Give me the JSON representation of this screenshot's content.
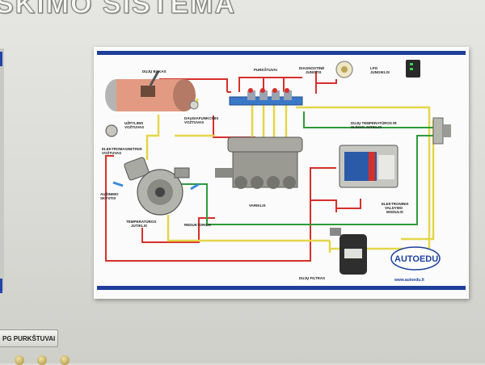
{
  "header": {
    "title": "ŠKIMO SISTEMA"
  },
  "plate": {
    "label": "PG PURKŠTUVAI"
  },
  "diagram": {
    "labels": {
      "fuel_tank": "DUJŲ BAKAS",
      "injectors": "PURKŠTUVAI",
      "diagnostic_socket_1": "DIAGNOSTINĖ",
      "diagnostic_socket_2": "JUNGTIS",
      "lpg_switch_1": "LPG",
      "lpg_switch_2": "JUNGIKLIS",
      "filling_valve_1": "UŽPYLIMO",
      "filling_valve_2": "VOŽTUVAS",
      "multivalve_1": "DAUGIAFUNKCINIS",
      "multivalve_2": "VOŽTUVAS",
      "solenoid_valve_1": "ELEKTROMAGNETINIS",
      "solenoid_valve_2": "VOŽTUVAS",
      "temp_pressure_sensor_1": "DUJŲ TEMPERATŪROS IR",
      "temp_pressure_sensor_2": "SLĖGIO JUTIKLIS",
      "coolant_1": "AUŠINIMO",
      "coolant_2": "SKYSTIS",
      "engine": "VARIKLIS",
      "ecu_1": "ELEKTRONINIS",
      "ecu_2": "VALDYMO",
      "ecu_3": "MODULIS",
      "temp_sensor_1": "TEMPERATŪROS",
      "temp_sensor_2": "JUTIKLIS",
      "reducer": "REDUKTORIUS",
      "gas_filter": "DUJŲ FILTRAS",
      "brand": "AUTOEDU",
      "website": "www.autoedu.lt"
    },
    "colors": {
      "red_line": "#d6302a",
      "yellow_line": "#e4d64a",
      "green_line": "#2d9a3a",
      "blue_band": "#1d3f9a",
      "tank": "#e39a82",
      "ecu_blue": "#2b5aa8",
      "brand_blue": "#1b3f9c",
      "brand_red": "#d6302a"
    }
  }
}
